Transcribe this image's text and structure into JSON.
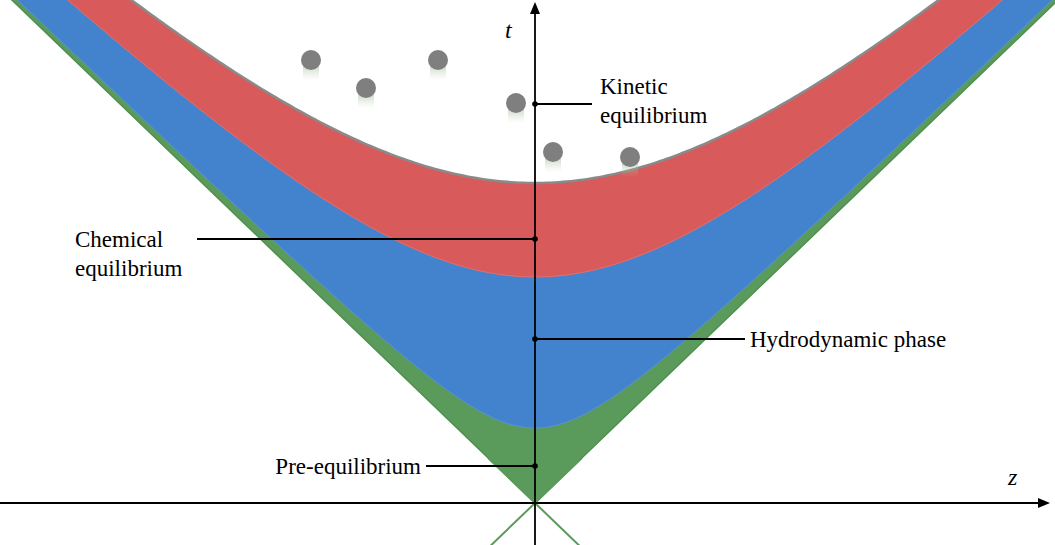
{
  "diagram": {
    "labels": [
      "t",
      "z",
      "Kinetic equilibrium",
      "Chemical equilibrium",
      "Hydrodynamic phase",
      "Pre-equilibrium"
    ]
  }
}
